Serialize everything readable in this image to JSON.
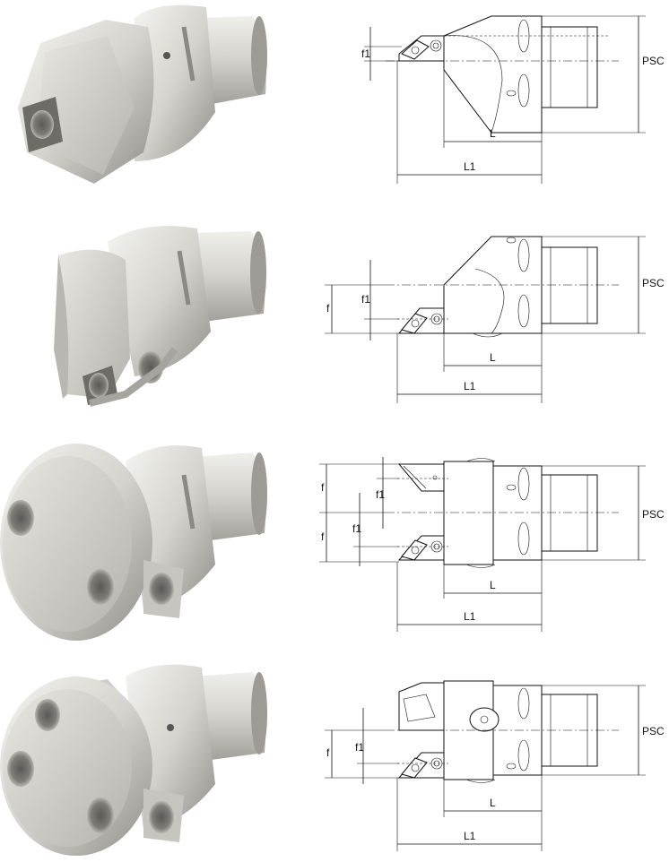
{
  "variants": [
    {
      "id": "v1",
      "labels": {
        "f1": "f1",
        "L": "L",
        "L1": "L1",
        "PSC": "PSC"
      }
    },
    {
      "id": "v2",
      "labels": {
        "f": "f",
        "f1": "f1",
        "L": "L",
        "L1": "L1",
        "PSC": "PSC"
      }
    },
    {
      "id": "v3",
      "labels": {
        "f_top": "f",
        "f_bottom": "f",
        "f1_top": "f1",
        "f1_bottom": "f1",
        "L": "L",
        "L1": "L1",
        "PSC": "PSC"
      }
    },
    {
      "id": "v4",
      "labels": {
        "f": "f",
        "f1": "f1",
        "L": "L",
        "L1": "L1",
        "PSC": "PSC"
      }
    }
  ],
  "colors": {
    "metal_light": "#f2f2ee",
    "metal_mid": "#c9c8c2",
    "metal_dark": "#8e8d87",
    "line": "#111111"
  }
}
